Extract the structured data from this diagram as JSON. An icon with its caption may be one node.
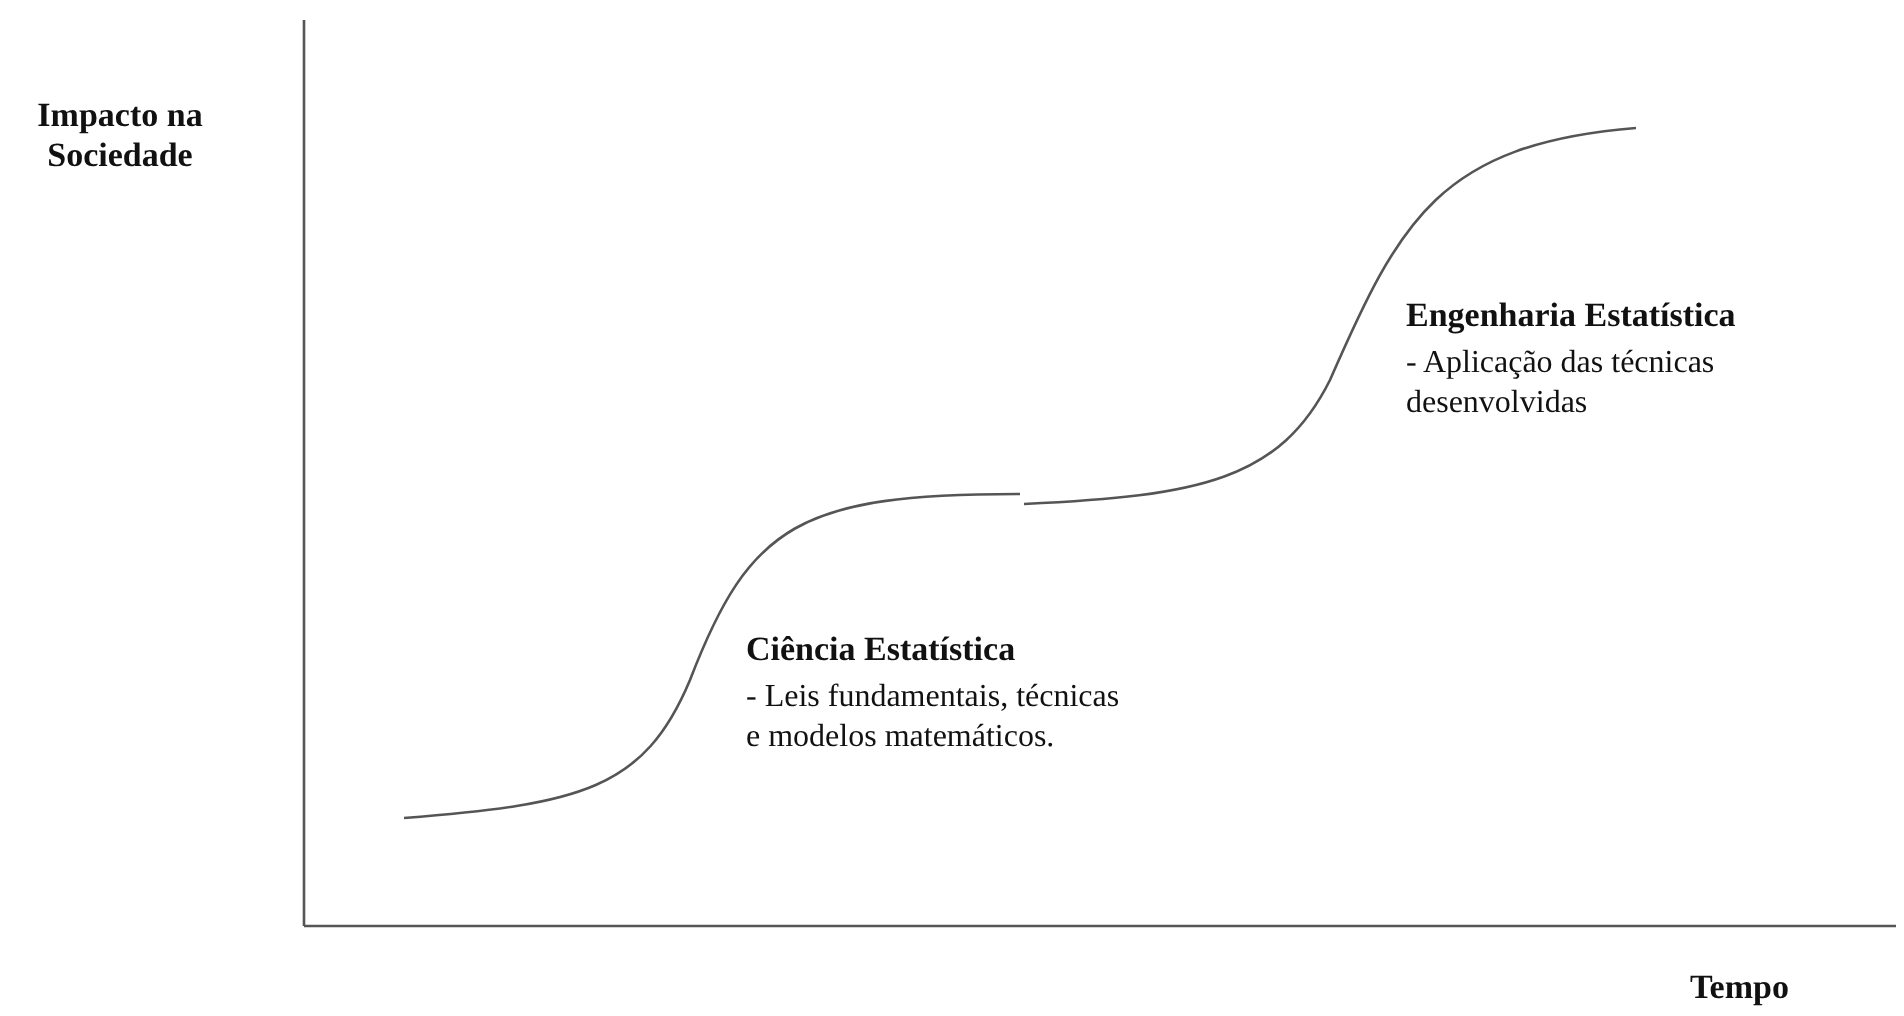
{
  "diagram": {
    "labels": [
      "Impacto na Sociedade",
      "Engenharia Estatística",
      "- Aplicação das técnicas desenvolvidas",
      "Ciência Estatística",
      "- Leis fundamentais, técnicas e modelos matemáticos.",
      "Tempo"
    ]
  }
}
